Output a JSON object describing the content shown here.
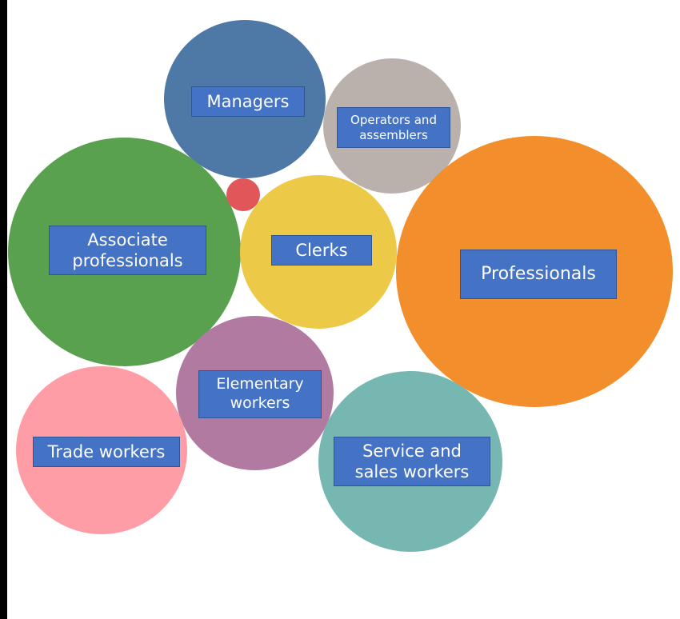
{
  "diagram": {
    "bubbles": [
      {
        "id": "managers",
        "label": "Managers",
        "color": "#4E79A7"
      },
      {
        "id": "operators",
        "label": "Operators and\nassemblers",
        "color": "#BAB0AC"
      },
      {
        "id": "associate",
        "label": "Associate\nprofessionals",
        "color": "#59A14F"
      },
      {
        "id": "clerks",
        "label": "Clerks",
        "color": "#EDC948"
      },
      {
        "id": "professionals",
        "label": "Professionals",
        "color": "#F28E2B"
      },
      {
        "id": "elementary",
        "label": "Elementary\nworkers",
        "color": "#B07AA1"
      },
      {
        "id": "trade",
        "label": "Trade workers",
        "color": "#FF9DA7"
      },
      {
        "id": "service",
        "label": "Service and\nsales workers",
        "color": "#76B7B2"
      },
      {
        "id": "small",
        "label": "",
        "color": "#E15759"
      }
    ],
    "label_box_color": "#4472C4"
  }
}
